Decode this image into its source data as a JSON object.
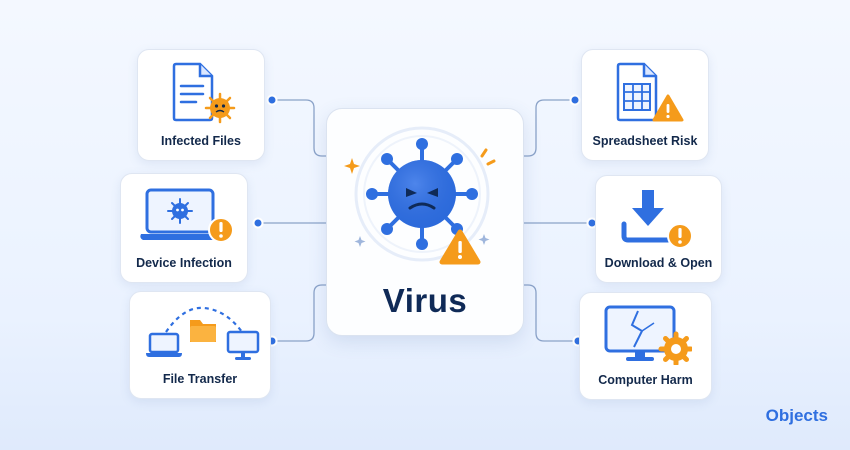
{
  "center": {
    "title": "Virus"
  },
  "nodes": {
    "infected_files": "Infected Files",
    "device_infection": "Device Infection",
    "file_transfer": "File Transfer",
    "spreadsheet_risk": "Spreadsheet Risk",
    "download_open": "Download & Open",
    "computer_harm": "Computer Harm"
  },
  "brand": "Objects",
  "colors": {
    "primary_blue": "#2f6fe0",
    "warning_orange": "#f59b1b",
    "dark_navy": "#13294b",
    "connector": "#8aa2c8"
  },
  "icons": [
    "virus-icon",
    "warning-icon",
    "document-icon",
    "laptop-icon",
    "folder-icon",
    "monitor-icon",
    "spreadsheet-icon",
    "download-icon",
    "gear-icon",
    "sparkle-icon"
  ]
}
